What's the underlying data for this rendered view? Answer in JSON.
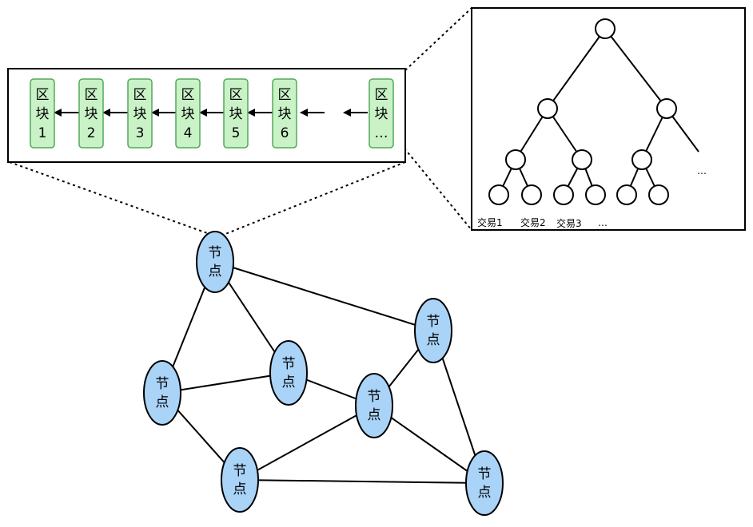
{
  "blockchain": {
    "blocks": [
      {
        "line1": "区",
        "line2": "块",
        "line3": "1"
      },
      {
        "line1": "区",
        "line2": "块",
        "line3": "2"
      },
      {
        "line1": "区",
        "line2": "块",
        "line3": "3"
      },
      {
        "line1": "区",
        "line2": "块",
        "line3": "4"
      },
      {
        "line1": "区",
        "line2": "块",
        "line3": "5"
      },
      {
        "line1": "区",
        "line2": "块",
        "line3": "6"
      },
      {
        "line1": "区",
        "line2": "块",
        "line3": "…"
      }
    ]
  },
  "merkle_tree": {
    "ellipsis": "…",
    "transactions": [
      "交易1",
      "交易2",
      "交易3",
      "…"
    ]
  },
  "network": {
    "nodes": [
      {
        "line1": "节",
        "line2": "点"
      },
      {
        "line1": "节",
        "line2": "点"
      },
      {
        "line1": "节",
        "line2": "点"
      },
      {
        "line1": "节",
        "line2": "点"
      },
      {
        "line1": "节",
        "line2": "点"
      },
      {
        "line1": "节",
        "line2": "点"
      },
      {
        "line1": "节",
        "line2": "点"
      }
    ]
  },
  "colors": {
    "block_fill": "#c9f2c7",
    "block_stroke": "#54a85a",
    "node_fill": "#a9d3f7",
    "node_stroke": "#000000"
  }
}
